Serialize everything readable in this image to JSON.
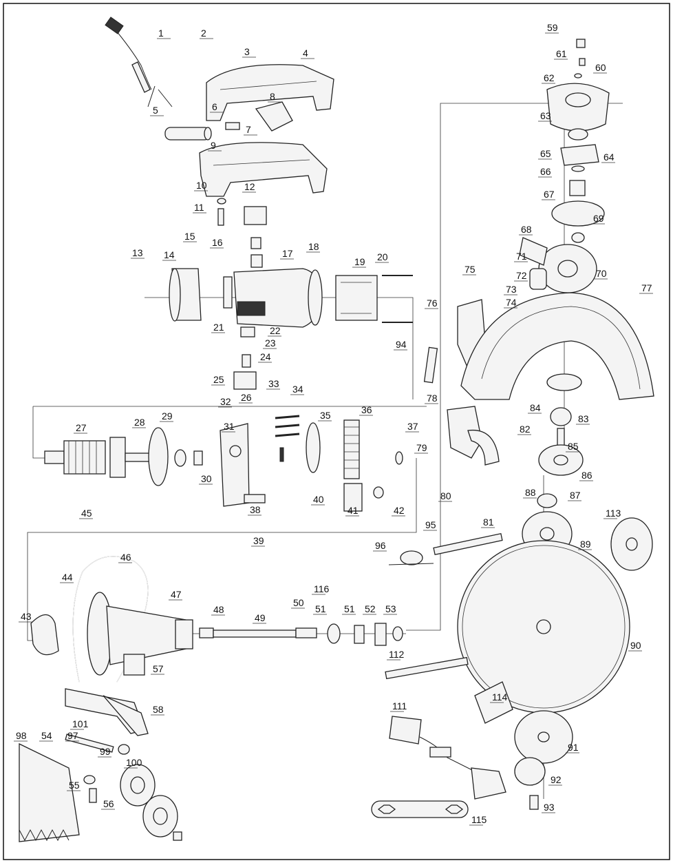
{
  "diagram": {
    "type": "exploded-parts-view",
    "part_numbers": [
      "1",
      "2",
      "3",
      "4",
      "5",
      "6",
      "7",
      "8",
      "9",
      "10",
      "11",
      "12",
      "13",
      "14",
      "15",
      "16",
      "17",
      "18",
      "19",
      "20",
      "21",
      "22",
      "23",
      "24",
      "25",
      "26",
      "27",
      "28",
      "29",
      "30",
      "31",
      "32",
      "33",
      "34",
      "35",
      "36",
      "37",
      "38",
      "39",
      "40",
      "41",
      "42",
      "43",
      "44",
      "45",
      "46",
      "47",
      "48",
      "49",
      "50",
      "51",
      "51",
      "52",
      "53",
      "54",
      "55",
      "56",
      "57",
      "58",
      "59",
      "60",
      "61",
      "62",
      "63",
      "64",
      "65",
      "66",
      "67",
      "68",
      "69",
      "70",
      "71",
      "72",
      "73",
      "74",
      "75",
      "76",
      "77",
      "78",
      "79",
      "80",
      "81",
      "82",
      "83",
      "84",
      "85",
      "86",
      "87",
      "88",
      "89",
      "90",
      "91",
      "92",
      "93",
      "94",
      "95",
      "96",
      "97",
      "98",
      "99",
      "100",
      "101",
      "111",
      "112",
      "113",
      "114",
      "115",
      "116"
    ]
  }
}
